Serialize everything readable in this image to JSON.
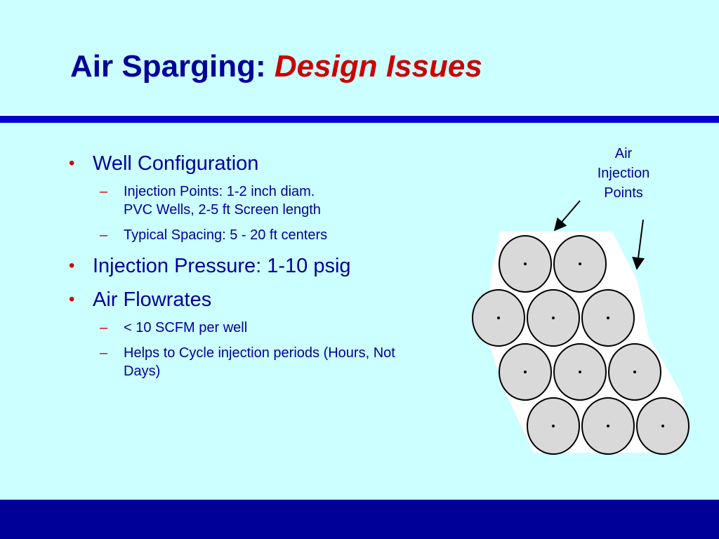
{
  "slide": {
    "title_main": "Air Sparging: ",
    "title_accent": "Design Issues"
  },
  "bullets": [
    {
      "text": "Well Configuration",
      "subs": [
        "Injection Points:  1-2 inch diam.\nPVC Wells, 2-5 ft Screen length",
        "Typical Spacing:  5 - 20 ft  centers"
      ]
    },
    {
      "text": "Injection Pressure:  1-10 psig",
      "subs": []
    },
    {
      "text": "Air Flowrates",
      "subs": [
        "< 10 SCFM per well",
        "Helps to Cycle injection periods (Hours, Not\nDays)"
      ]
    }
  ],
  "markers": {
    "level1": "•",
    "level2": "–"
  },
  "diagram": {
    "caption": "Air\nInjection\nPoints",
    "well_rows": [
      2,
      3,
      3,
      3
    ]
  },
  "colors": {
    "background": "#ccffff",
    "title": "#000099",
    "accent": "#cc0000",
    "rule": "#0000cc",
    "well_fill": "#d9d9d9"
  }
}
